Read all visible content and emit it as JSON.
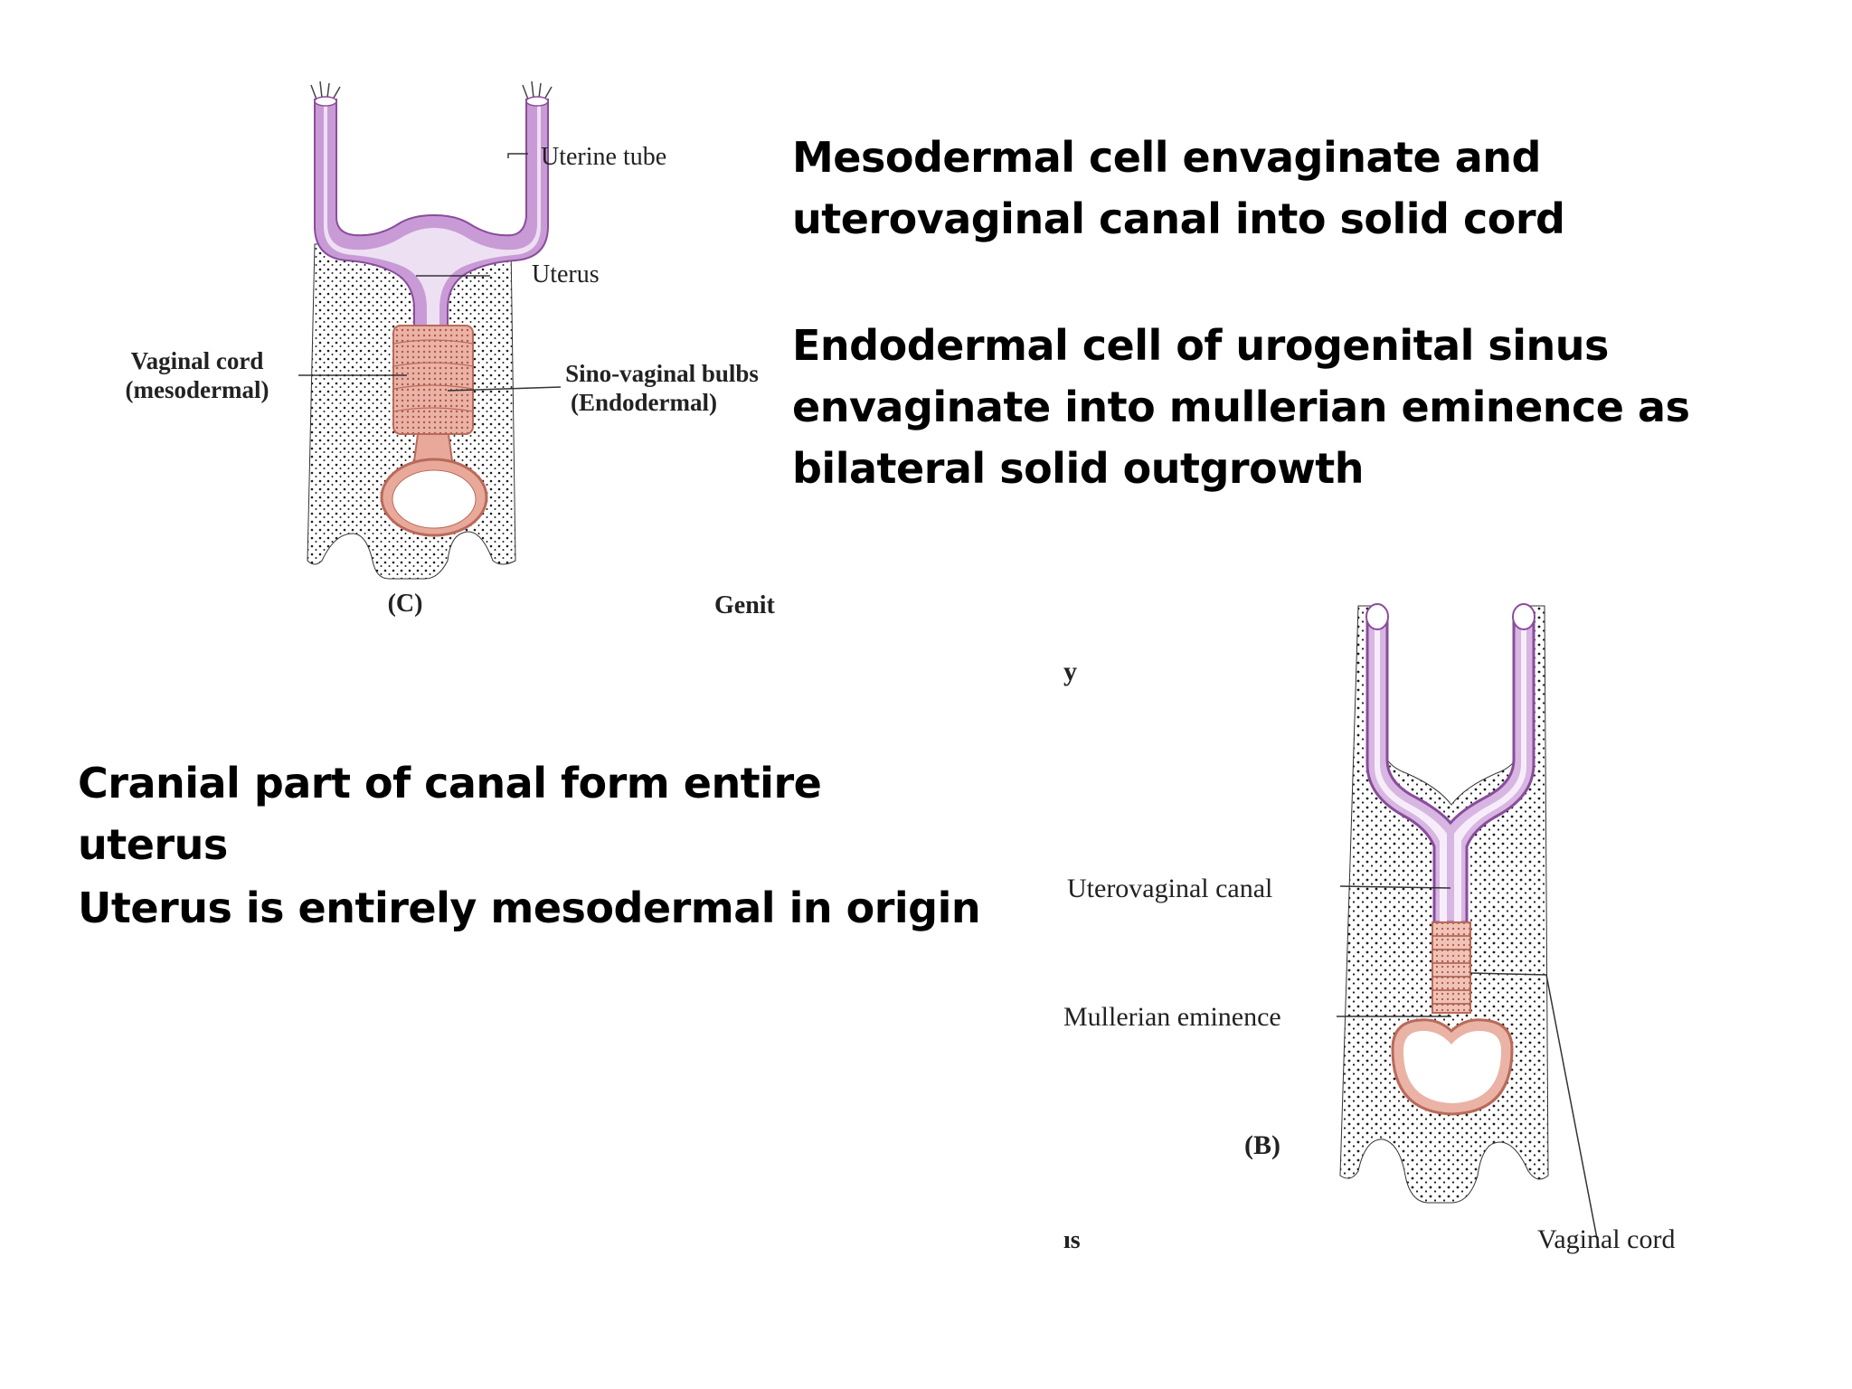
{
  "text_blocks": {
    "mesodermal": "Mesodermal cell envaginate and uterovaginal canal into solid cord",
    "endodermal": "Endodermal cell of urogenital sinus envaginate into mullerian eminence as bilateral solid outgrowth",
    "cranial": "Cranial part of canal form entire uterus",
    "uterus_origin": "Uterus is entirely mesodermal in origin"
  },
  "diagram_c": {
    "labels": {
      "uterine_tube": "Uterine tube",
      "uterus": "Uterus",
      "vaginal_cord_1": "Vaginal cord",
      "vaginal_cord_2": "(mesodermal)",
      "sino_vaginal_1": "Sino-vaginal bulbs",
      "sino_vaginal_2": "(Endodermal)",
      "figure_letter": "(C)",
      "cropped_text": "Genit"
    }
  },
  "diagram_b": {
    "labels": {
      "uterovaginal_canal": "Uterovaginal canal",
      "mullerian_eminence": "Mullerian eminence",
      "figure_letter": "(B)",
      "vaginal_cord": "Vaginal cord",
      "cropped_top": "y",
      "cropped_bottom": "ıs"
    }
  },
  "colors": {
    "duct_fill": "#c99bd6",
    "duct_stroke": "#8a4c9c",
    "lumen": "#f5ecf8",
    "bulb_fill": "#e8a99a",
    "bulb_stroke": "#b96a5a",
    "stipple": "#1a1a1a"
  }
}
